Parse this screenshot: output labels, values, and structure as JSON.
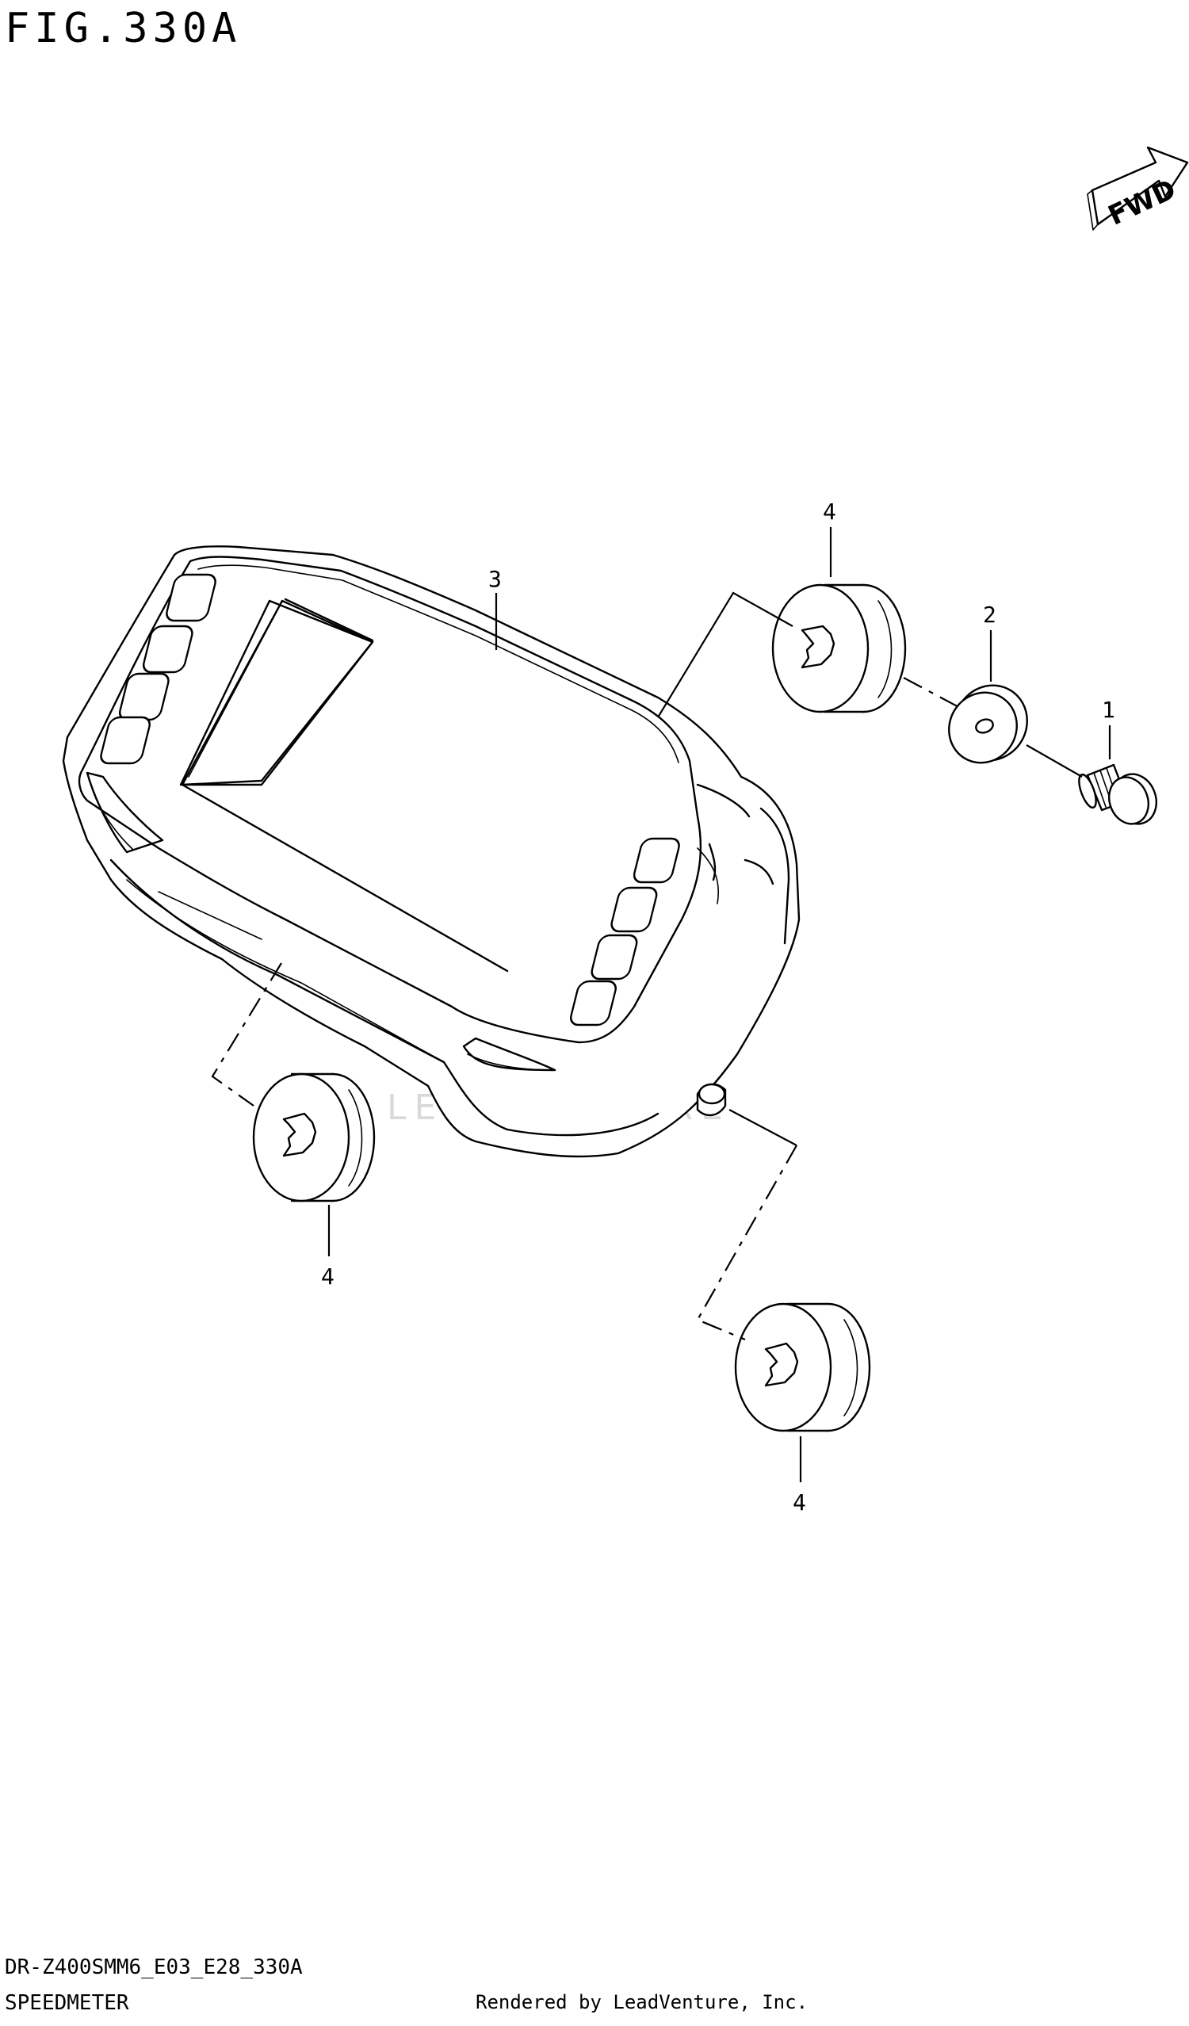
{
  "figure": {
    "title": "FIG.330A",
    "direction_label": "FWD",
    "model_code": "DR-Z400SMM6_E03_E28_330A",
    "section_name": "SPEEDMETER",
    "credit": "Rendered by LeadVenture, Inc.",
    "watermark": "LEADVENTURE"
  },
  "callouts": {
    "bolt": "1",
    "washer": "2",
    "speedometer": "3",
    "cushion_top": "4",
    "cushion_left": "4",
    "cushion_bottom": "4"
  }
}
